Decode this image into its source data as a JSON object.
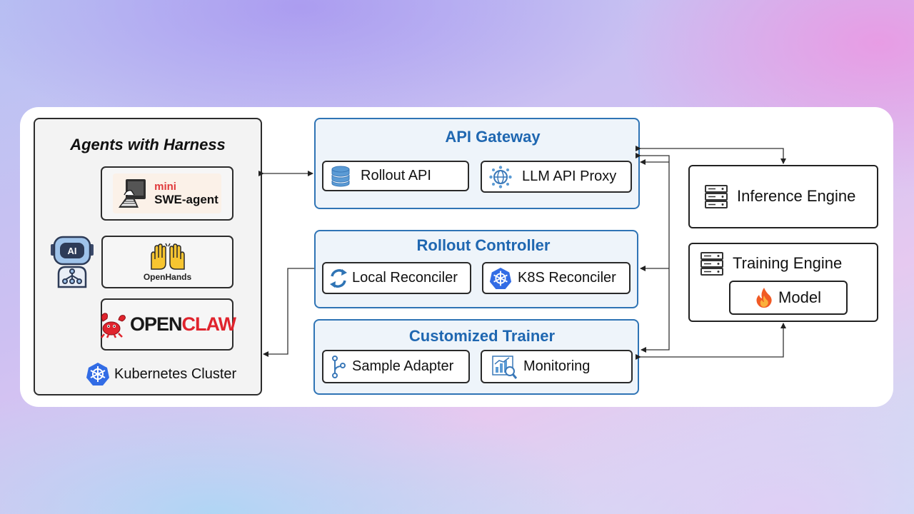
{
  "agents": {
    "title": "Agents with Harness",
    "swe": {
      "mini": "mini",
      "name": "SWE-agent"
    },
    "openhands": {
      "name": "OpenHands"
    },
    "openclaw": {
      "open": "OPEN",
      "claw": "CLAW"
    },
    "robot_badge": "AI",
    "cluster": "Kubernetes Cluster"
  },
  "api_gateway": {
    "title": "API Gateway",
    "items": [
      "Rollout API",
      "LLM API Proxy"
    ]
  },
  "rollout_controller": {
    "title": "Rollout Controller",
    "items": [
      "Local Reconciler",
      "K8S Reconciler"
    ]
  },
  "customized_trainer": {
    "title": "Customized Trainer",
    "items": [
      "Sample Adapter",
      "Monitoring"
    ]
  },
  "inference_engine": {
    "label": "Inference Engine"
  },
  "training_engine": {
    "label": "Training Engine",
    "model": "Model"
  },
  "icons": {
    "database": "database-icon",
    "proxy": "globe-network-icon",
    "reconciler": "refresh-cycle-icon",
    "k8s": "kubernetes-icon",
    "adapter": "branch-icon",
    "monitoring": "chart-magnifier-icon",
    "server": "server-rack-icon",
    "fire": "flame-icon",
    "robot": "robot-icon"
  },
  "colors": {
    "panel_blue": "#2f74b5",
    "title_blue": "#1f67b1",
    "panel_fill": "#eef4fa",
    "k8s_blue": "#326ce5",
    "openclaw_red": "#e0242d"
  }
}
